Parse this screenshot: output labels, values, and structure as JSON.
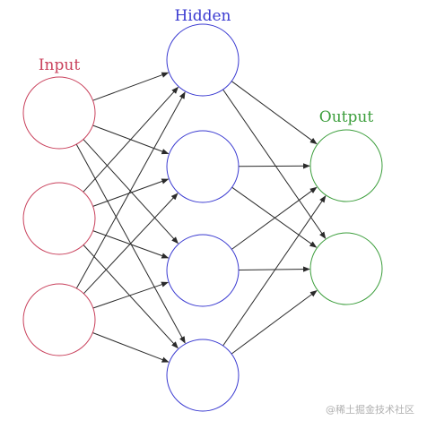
{
  "layers": [
    {
      "label": "Input",
      "color": "#c9415c",
      "count": 3
    },
    {
      "label": "Hidden",
      "color": "#3b3bd1",
      "count": 4
    },
    {
      "label": "Output",
      "color": "#3c9e3c",
      "count": 2
    }
  ],
  "edge_color": "#2a2a2a",
  "watermark": "@稀土掘金技术社区"
}
